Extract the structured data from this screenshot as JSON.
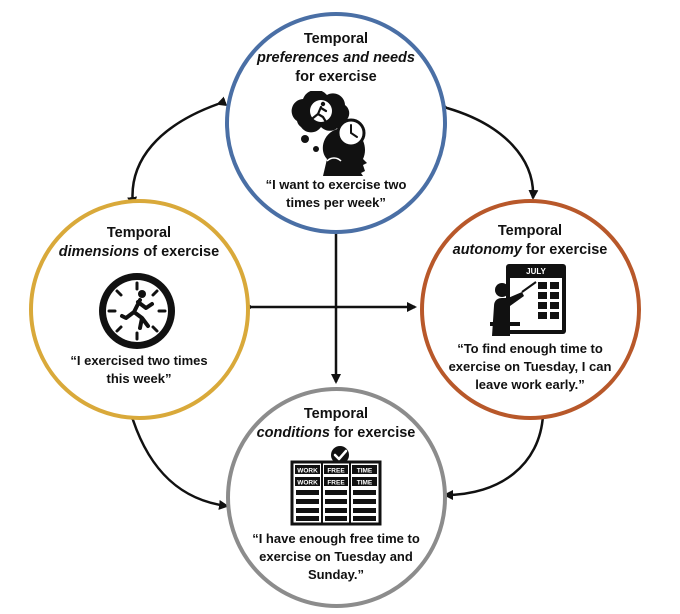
{
  "colors": {
    "top": "#4a6fa5",
    "left": "#d9a93a",
    "right": "#b8582a",
    "bottom": "#8c8c8c",
    "arrows": "#111111"
  },
  "nodes": {
    "top": {
      "title_line1": "Temporal",
      "title_em": "preferences and needs",
      "title_line3": "for exercise",
      "quote_line1": "“I want to exercise two",
      "quote_line2": "times per week”",
      "icon": "thinking-runner-clock-icon"
    },
    "left": {
      "title_line1": "Temporal",
      "title_em": "dimensions",
      "title_rest": " of exercise",
      "quote_line1": "“I exercised two times",
      "quote_line2": "this week”",
      "icon": "runner-clock-icon"
    },
    "right": {
      "title_line1": "Temporal",
      "title_em": "autonomy",
      "title_rest": " for exercise",
      "quote_line1": "“To find enough time to",
      "quote_line2": "exercise on Tuesday, I can",
      "quote_line3": "leave work early.”",
      "icon": "calendar-planner-icon",
      "calendar_month": "JULY"
    },
    "bottom": {
      "title_line1": "Temporal",
      "title_em": "conditions",
      "title_rest": " for exercise",
      "quote_line1": "“I have enough free time to",
      "quote_line2": "exercise on Tuesday and",
      "quote_line3": "Sunday.”",
      "icon": "schedule-table-icon",
      "schedule_row1": [
        "WORK",
        "FREE",
        "TIME"
      ],
      "schedule_row2": [
        "WORK",
        "FREE",
        "TIME"
      ]
    }
  }
}
